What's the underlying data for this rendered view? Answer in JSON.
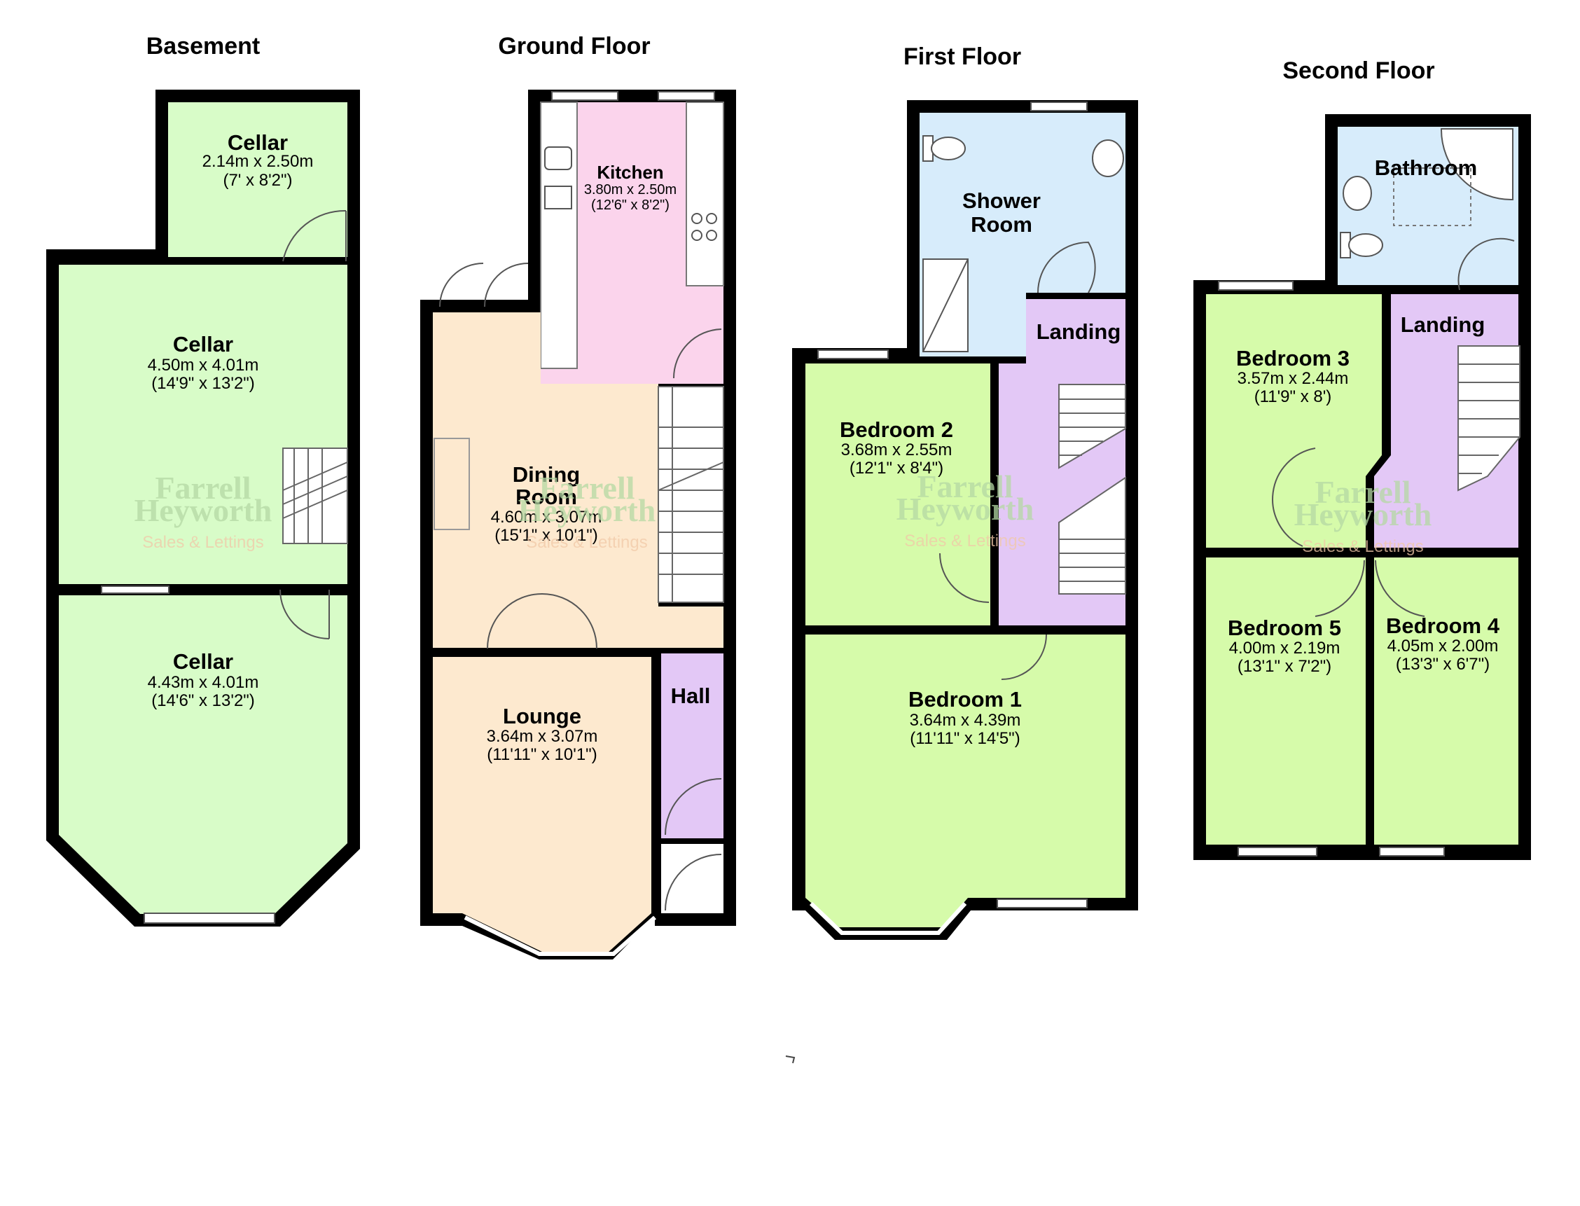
{
  "floors": {
    "basement": {
      "title": "Basement",
      "rooms": [
        {
          "name": "Cellar",
          "metric": "2.14m x 2.50m",
          "imperial": "(7' x 8'2\")"
        },
        {
          "name": "Cellar",
          "metric": "4.50m x 4.01m",
          "imperial": "(14'9\" x 13'2\")"
        },
        {
          "name": "Cellar",
          "metric": "4.43m x 4.01m",
          "imperial": "(14'6\" x 13'2\")"
        }
      ]
    },
    "ground": {
      "title": "Ground Floor",
      "rooms": [
        {
          "name": "Kitchen",
          "metric": "3.80m x 2.50m",
          "imperial": "(12'6\" x 8'2\")"
        },
        {
          "name_l1": "Dining",
          "name_l2": "Room",
          "metric": "4.60m x 3.07m",
          "imperial": "(15'1\" x 10'1\")"
        },
        {
          "name": "Lounge",
          "metric": "3.64m x 3.07m",
          "imperial": "(11'11\" x 10'1\")"
        },
        {
          "name": "Hall"
        }
      ]
    },
    "first": {
      "title": "First Floor",
      "rooms": [
        {
          "name_l1": "Shower",
          "name_l2": "Room"
        },
        {
          "name": "Landing"
        },
        {
          "name": "Bedroom 2",
          "metric": "3.68m x 2.55m",
          "imperial": "(12'1\" x 8'4\")"
        },
        {
          "name": "Bedroom 1",
          "metric": "3.64m x 4.39m",
          "imperial": "(11'11\" x 14'5\")"
        }
      ]
    },
    "second": {
      "title": "Second Floor",
      "rooms": [
        {
          "name": "Bathroom"
        },
        {
          "name": "Landing"
        },
        {
          "name": "Bedroom 3",
          "metric": "3.57m x 2.44m",
          "imperial": "(11'9\" x 8')"
        },
        {
          "name": "Bedroom 5",
          "metric": "4.00m x 2.19m",
          "imperial": "(13'1\" x 7'2\")"
        },
        {
          "name": "Bedroom 4",
          "metric": "4.05m x 2.00m",
          "imperial": "(13'3\" x 6'7\")"
        }
      ]
    }
  },
  "watermark": {
    "line1": "Farrell",
    "line2": "Heyworth",
    "line3": "Sales & Lettings"
  },
  "colors": {
    "wall": "#000000",
    "green": "#d6fbaa",
    "cellar_green": "#d8fcc8",
    "pink": "#fbd4ec",
    "peach": "#fde9cf",
    "lilac": "#e3c8f6",
    "blue": "#d7ecfb"
  }
}
